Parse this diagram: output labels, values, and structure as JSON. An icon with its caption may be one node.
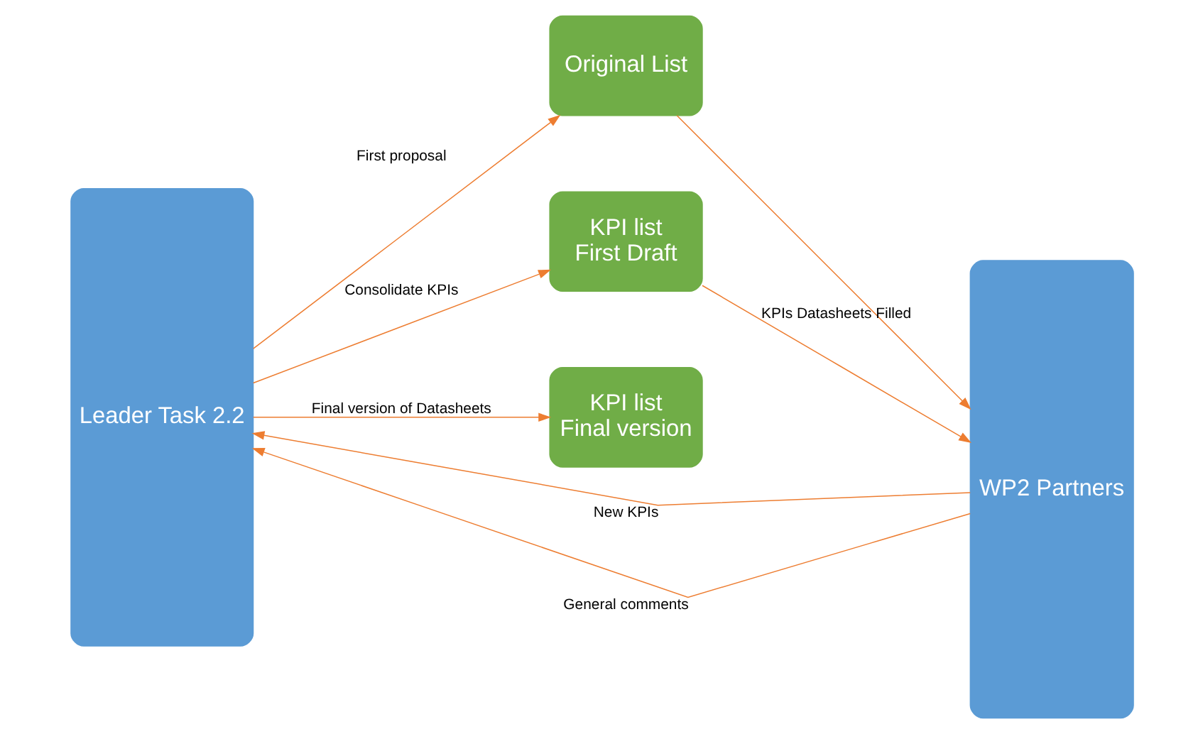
{
  "diagram": {
    "nodes": [
      {
        "text": [
          "Leader Task 2.2"
        ]
      },
      {
        "text": [
          "WP2 Partners"
        ]
      },
      {
        "text": [
          "Original List"
        ]
      },
      {
        "text": [
          "KPI list",
          "First Draft"
        ]
      },
      {
        "text": [
          "KPI list",
          "Final version"
        ]
      }
    ],
    "edges": [
      {
        "from": 0,
        "to": 2,
        "arrow": "to",
        "label": "First proposal"
      },
      {
        "from": 2,
        "to": 1,
        "arrow": "to"
      },
      {
        "from": 1,
        "to": 0,
        "arrow": "to",
        "label": "New KPIs"
      },
      {
        "from": 0,
        "to": 3,
        "arrow": "to",
        "label": "Consolidate KPIs"
      },
      {
        "from": 3,
        "to": 1,
        "arrow": "to",
        "label": "KPIs Datasheets Filled"
      },
      {
        "from": 1,
        "to": 0,
        "arrow": "to",
        "label": "General comments"
      },
      {
        "from": 0,
        "to": 4,
        "arrow": "to",
        "label": "Final version of Datasheets"
      }
    ]
  }
}
